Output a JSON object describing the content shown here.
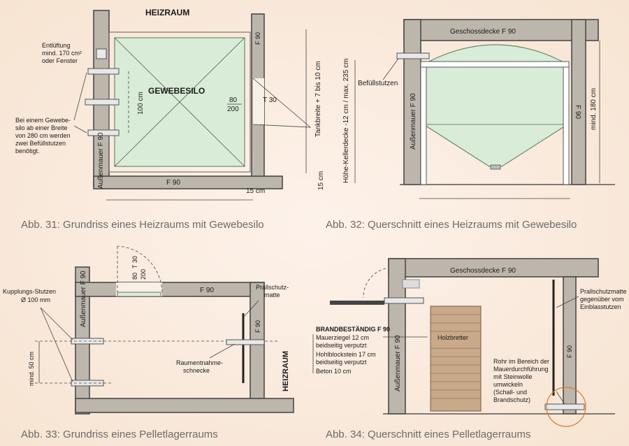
{
  "fig31": {
    "title": "HEIZRAUM",
    "silo_label": "GEWEBESILO",
    "vent": "Entlüftung\nmind. 170 cm²\noder Fenster",
    "note": "Bei einem Gewebe-\nsilo  ab einer Breite\nvon 280 cm werden\nzwei Befüllstutzen\nbenötigt.",
    "d100": "100 cm",
    "f90_top": "F 90",
    "f90_bottom": "F 90",
    "outer_wall": "Außenmauer F 90",
    "door_80": "80",
    "door_200": "200",
    "t30": "T 30",
    "tank": "Tankbreite + 7 bis 10 cm",
    "d15a": "15 cm",
    "d15b": "15 cm",
    "caption": "Abb. 31: Grundriss eines Heizraums mit Gewebesilo"
  },
  "fig32": {
    "ceiling": "Geschossdecke F 90",
    "inlet": "Befüllstutzen",
    "outer_wall": "Außenmauer F 90",
    "height": "Höhe-Kellerdecke -12 cm / max. 235 cm",
    "f90": "F 90",
    "min180": "mind. 180 cm",
    "caption": "Abb. 32: Querschnitt eines Heizraums mit Gewebesilo"
  },
  "fig33": {
    "coupling": "Kupplungs-Stutzen",
    "diameter": "Ø 100 mm",
    "outer_wall": "Außenmauer F 90",
    "door_80": "80",
    "door_t30": "T 30",
    "door_200": "200",
    "f90_top": "F 90",
    "impact": "Prallschutz-\nmatte",
    "f90_right": "F 90",
    "min50": "mind. 50 cm",
    "screw": "Raumentnahme-\nschnecke",
    "heizraum": "HEIZRAUM",
    "caption": "Abb. 33: Grundriss eines Pelletlagerraums"
  },
  "fig34": {
    "ceiling": "Geschossdecke F 90",
    "impact": "Prallschutzmatte\ngegenüber vom\nEinblasstutzen",
    "fire_title": "BRANDBESTÄNDIG F 90",
    "fire_lines": "Mauerziegel 12 cm\nbeidseitig verputzt\nHohlblockstein 17 cm\nbeidseitig verputzt\nBeton 10 cm",
    "outer_wall": "Außenmauer F 90",
    "boards": "Holzbretter",
    "f90": "F 90",
    "pipe_note": "Rohr im Bereich der\nMauerdurchführung\nmit Steinwolle\numwickeln\n(Schall- und\nBrandschutz)",
    "caption": "Abb. 34: Querschnitt eines Pelletlagerraums"
  }
}
